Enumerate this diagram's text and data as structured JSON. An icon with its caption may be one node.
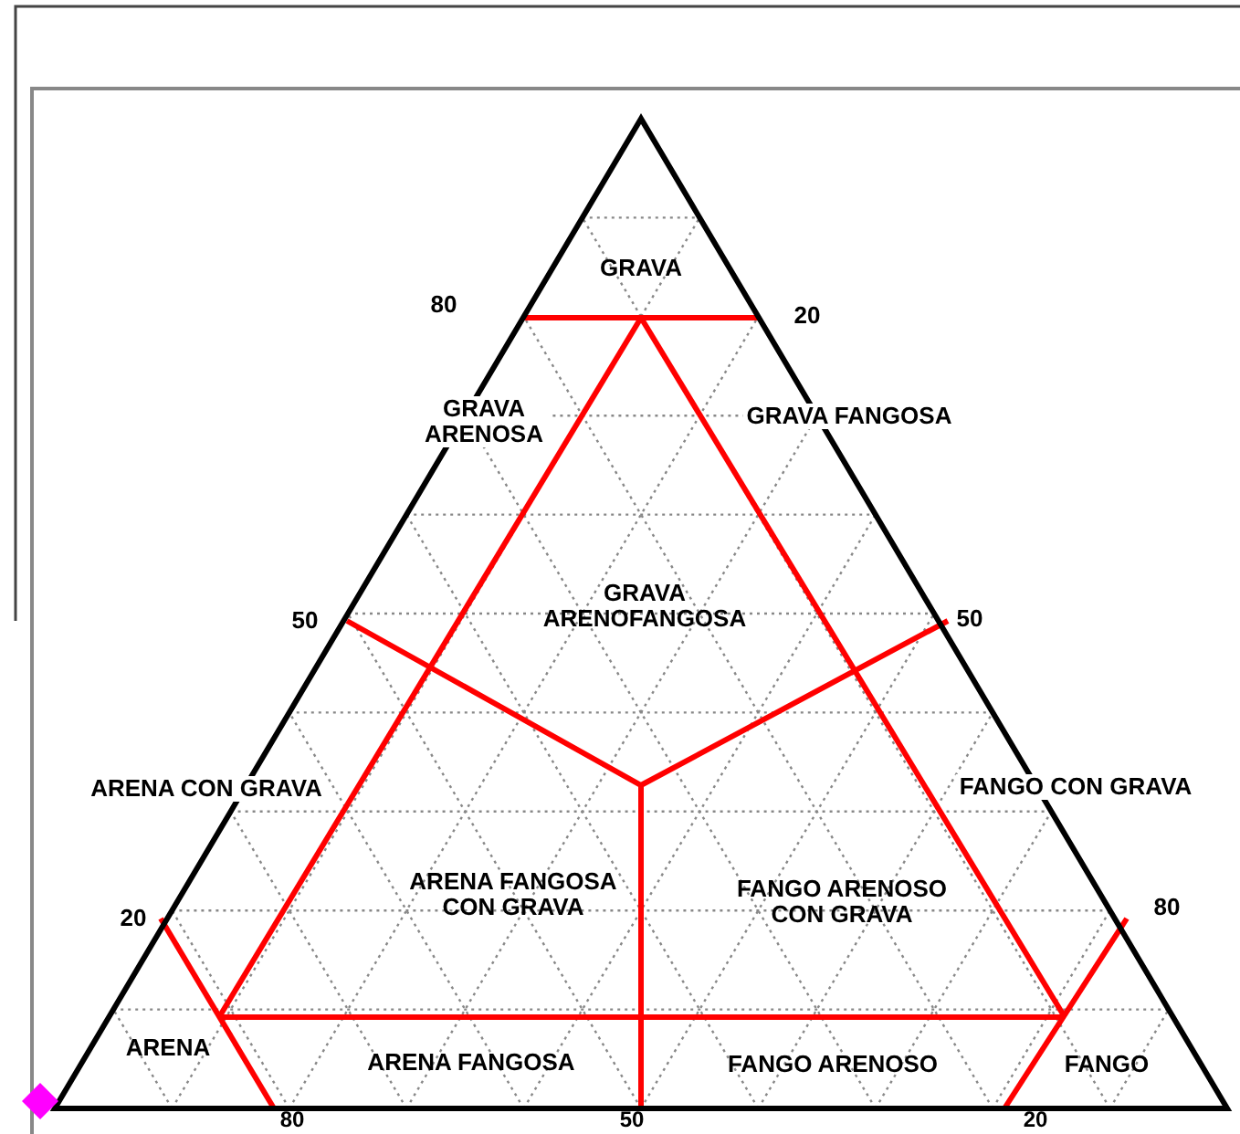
{
  "diagram": {
    "labels": [
      "GRAVA",
      "80",
      "20",
      "GRAVA ARENOSA",
      "GRAVA FANGOSA",
      "50",
      "GRAVA ARENOFANGOSA",
      "50",
      "ARENA CON GRAVA",
      "FANGO CON GRAVA",
      "ARENA FANGOSA CON GRAVA",
      "FANGO ARENOSO CON GRAVA",
      "20",
      "80",
      "ARENA",
      "ARENA FANGOSA",
      "FANGO ARENOSO",
      "FANGO",
      "80",
      "50",
      "20"
    ]
  }
}
